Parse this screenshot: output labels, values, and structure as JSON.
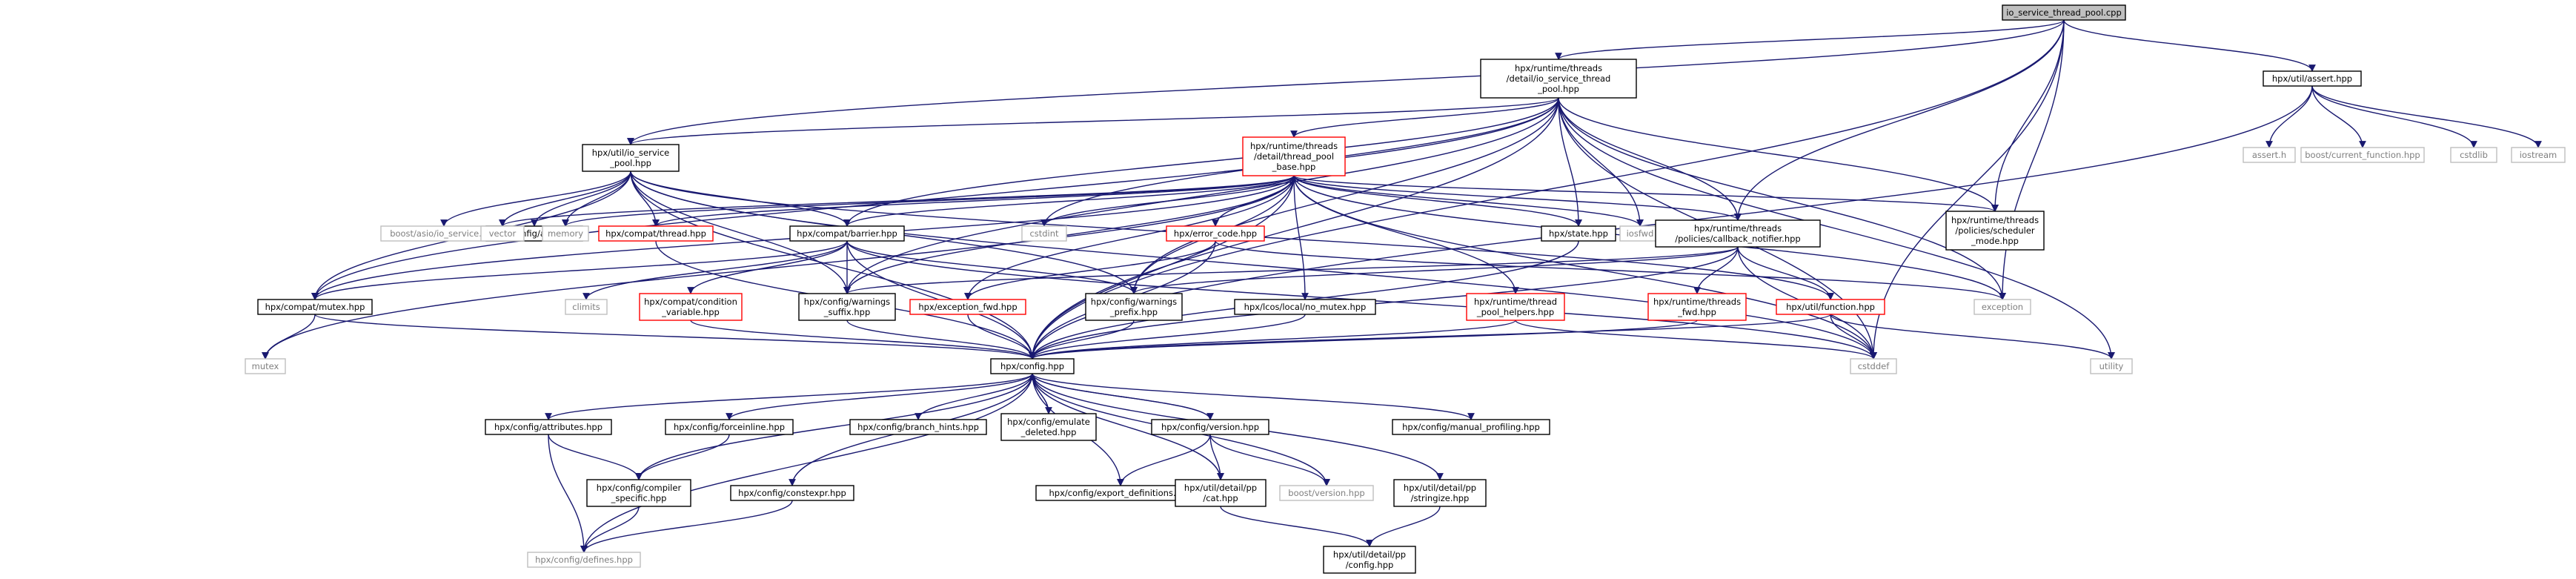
{
  "nodes": [
    {
      "id": "root",
      "label": "io_service_thread_pool.cpp",
      "style": "root"
    },
    {
      "id": "io_service_thread_pool_hpp",
      "label": "hpx/runtime/threads\n/detail/io_service_thread\n_pool.hpp",
      "style": "normal"
    },
    {
      "id": "util_assert",
      "label": "hpx/util/assert.hpp",
      "style": "normal"
    },
    {
      "id": "assert_h",
      "label": "assert.h",
      "style": "grey"
    },
    {
      "id": "current_function",
      "label": "boost/current_function.hpp",
      "style": "grey"
    },
    {
      "id": "cstdlib",
      "label": "cstdlib",
      "style": "grey"
    },
    {
      "id": "iostream",
      "label": "iostream",
      "style": "grey"
    },
    {
      "id": "util_io_service_pool",
      "label": "hpx/util/io_service\n_pool.hpp",
      "style": "normal"
    },
    {
      "id": "boost_asio_io_service",
      "label": "boost/asio/io_service.hpp",
      "style": "grey"
    },
    {
      "id": "config_asio",
      "label": "hpx/config/asio.hpp",
      "style": "normal"
    },
    {
      "id": "vector",
      "label": "vector",
      "style": "grey"
    },
    {
      "id": "memory",
      "label": "memory",
      "style": "grey"
    },
    {
      "id": "compat_thread",
      "label": "hpx/compat/thread.hpp",
      "style": "red"
    },
    {
      "id": "thread_pool_base",
      "label": "hpx/runtime/threads\n/detail/thread_pool\n_base.hpp",
      "style": "red"
    },
    {
      "id": "cstdint",
      "label": "cstdint",
      "style": "grey"
    },
    {
      "id": "compat_barrier",
      "label": "hpx/compat/barrier.hpp",
      "style": "normal"
    },
    {
      "id": "error_code",
      "label": "hpx/error_code.hpp",
      "style": "red"
    },
    {
      "id": "state_hpp",
      "label": "hpx/state.hpp",
      "style": "normal"
    },
    {
      "id": "iosfwd",
      "label": "iosfwd",
      "style": "grey"
    },
    {
      "id": "callback_notifier",
      "label": "hpx/runtime/threads\n/policies/callback_notifier.hpp",
      "style": "normal"
    },
    {
      "id": "scheduler_mode",
      "label": "hpx/runtime/threads\n/policies/scheduler\n_mode.hpp",
      "style": "normal"
    },
    {
      "id": "compat_mutex",
      "label": "hpx/compat/mutex.hpp",
      "style": "normal"
    },
    {
      "id": "climits",
      "label": "climits",
      "style": "grey"
    },
    {
      "id": "condition_variable",
      "label": "hpx/compat/condition\n_variable.hpp",
      "style": "red"
    },
    {
      "id": "warnings_suffix",
      "label": "hpx/config/warnings\n_suffix.hpp",
      "style": "normal"
    },
    {
      "id": "exception_fwd",
      "label": "hpx/exception_fwd.hpp",
      "style": "red"
    },
    {
      "id": "warnings_prefix",
      "label": "hpx/config/warnings\n_prefix.hpp",
      "style": "normal"
    },
    {
      "id": "no_mutex",
      "label": "hpx/lcos/local/no_mutex.hpp",
      "style": "normal"
    },
    {
      "id": "thread_pool_helpers",
      "label": "hpx/runtime/thread\n_pool_helpers.hpp",
      "style": "red"
    },
    {
      "id": "threads_fwd",
      "label": "hpx/runtime/threads\n_fwd.hpp",
      "style": "red"
    },
    {
      "id": "util_function",
      "label": "hpx/util/function.hpp",
      "style": "red"
    },
    {
      "id": "exception",
      "label": "exception",
      "style": "grey"
    },
    {
      "id": "utility",
      "label": "utility",
      "style": "grey"
    },
    {
      "id": "mutex",
      "label": "mutex",
      "style": "grey"
    },
    {
      "id": "config_hpp",
      "label": "hpx/config.hpp",
      "style": "normal"
    },
    {
      "id": "cstddef",
      "label": "cstddef",
      "style": "grey"
    },
    {
      "id": "config_attributes",
      "label": "hpx/config/attributes.hpp",
      "style": "normal"
    },
    {
      "id": "config_forceinline",
      "label": "hpx/config/forceinline.hpp",
      "style": "normal"
    },
    {
      "id": "config_branch_hints",
      "label": "hpx/config/branch_hints.hpp",
      "style": "normal"
    },
    {
      "id": "config_emulate_deleted",
      "label": "hpx/config/emulate\n_deleted.hpp",
      "style": "normal"
    },
    {
      "id": "config_version",
      "label": "hpx/config/version.hpp",
      "style": "normal"
    },
    {
      "id": "config_manual_profiling",
      "label": "hpx/config/manual_profiling.hpp",
      "style": "normal"
    },
    {
      "id": "config_compiler_specific",
      "label": "hpx/config/compiler\n_specific.hpp",
      "style": "normal"
    },
    {
      "id": "config_constexpr",
      "label": "hpx/config/constexpr.hpp",
      "style": "normal"
    },
    {
      "id": "config_export_definitions",
      "label": "hpx/config/export_definitions.hpp",
      "style": "normal"
    },
    {
      "id": "pp_cat",
      "label": "hpx/util/detail/pp\n/cat.hpp",
      "style": "normal"
    },
    {
      "id": "boost_version",
      "label": "boost/version.hpp",
      "style": "grey"
    },
    {
      "id": "pp_stringize",
      "label": "hpx/util/detail/pp\n/stringize.hpp",
      "style": "normal"
    },
    {
      "id": "config_defines",
      "label": "hpx/config/defines.hpp",
      "style": "grey"
    },
    {
      "id": "pp_config",
      "label": "hpx/util/detail/pp\n/config.hpp",
      "style": "normal"
    }
  ],
  "edges": [
    [
      "root",
      "io_service_thread_pool_hpp"
    ],
    [
      "root",
      "util_assert"
    ],
    [
      "root",
      "util_io_service_pool"
    ],
    [
      "root",
      "callback_notifier"
    ],
    [
      "root",
      "scheduler_mode"
    ],
    [
      "root",
      "exception"
    ],
    [
      "root",
      "config_hpp"
    ],
    [
      "root",
      "cstddef"
    ],
    [
      "util_assert",
      "assert_h"
    ],
    [
      "util_assert",
      "current_function"
    ],
    [
      "util_assert",
      "cstdlib"
    ],
    [
      "util_assert",
      "iostream"
    ],
    [
      "util_assert",
      "config_hpp"
    ],
    [
      "io_service_thread_pool_hpp",
      "util_io_service_pool"
    ],
    [
      "io_service_thread_pool_hpp",
      "thread_pool_base"
    ],
    [
      "io_service_thread_pool_hpp",
      "compat_barrier"
    ],
    [
      "io_service_thread_pool_hpp",
      "cstdint"
    ],
    [
      "io_service_thread_pool_hpp",
      "state_hpp"
    ],
    [
      "io_service_thread_pool_hpp",
      "iosfwd"
    ],
    [
      "io_service_thread_pool_hpp",
      "callback_notifier"
    ],
    [
      "io_service_thread_pool_hpp",
      "scheduler_mode"
    ],
    [
      "io_service_thread_pool_hpp",
      "exception"
    ],
    [
      "io_service_thread_pool_hpp",
      "utility"
    ],
    [
      "io_service_thread_pool_hpp",
      "cstddef"
    ],
    [
      "io_service_thread_pool_hpp",
      "warnings_suffix"
    ],
    [
      "io_service_thread_pool_hpp",
      "warnings_prefix"
    ],
    [
      "io_service_thread_pool_hpp",
      "compat_mutex"
    ],
    [
      "io_service_thread_pool_hpp",
      "config_hpp"
    ],
    [
      "util_io_service_pool",
      "boost_asio_io_service"
    ],
    [
      "util_io_service_pool",
      "config_asio"
    ],
    [
      "util_io_service_pool",
      "vector"
    ],
    [
      "util_io_service_pool",
      "memory"
    ],
    [
      "util_io_service_pool",
      "compat_thread"
    ],
    [
      "util_io_service_pool",
      "compat_barrier"
    ],
    [
      "util_io_service_pool",
      "compat_mutex"
    ],
    [
      "util_io_service_pool",
      "warnings_suffix"
    ],
    [
      "util_io_service_pool",
      "warnings_prefix"
    ],
    [
      "util_io_service_pool",
      "util_function"
    ],
    [
      "util_io_service_pool",
      "cstddef"
    ],
    [
      "util_io_service_pool",
      "config_hpp"
    ],
    [
      "thread_pool_base",
      "vector"
    ],
    [
      "thread_pool_base",
      "memory"
    ],
    [
      "thread_pool_base",
      "mutex"
    ],
    [
      "thread_pool_base",
      "compat_thread"
    ],
    [
      "thread_pool_base",
      "compat_barrier"
    ],
    [
      "thread_pool_base",
      "compat_mutex"
    ],
    [
      "thread_pool_base",
      "cstdint"
    ],
    [
      "thread_pool_base",
      "error_code"
    ],
    [
      "thread_pool_base",
      "exception_fwd"
    ],
    [
      "thread_pool_base",
      "warnings_suffix"
    ],
    [
      "thread_pool_base",
      "warnings_prefix"
    ],
    [
      "thread_pool_base",
      "no_mutex"
    ],
    [
      "thread_pool_base",
      "thread_pool_helpers"
    ],
    [
      "thread_pool_base",
      "state_hpp"
    ],
    [
      "thread_pool_base",
      "iosfwd"
    ],
    [
      "thread_pool_base",
      "callback_notifier"
    ],
    [
      "thread_pool_base",
      "scheduler_mode"
    ],
    [
      "thread_pool_base",
      "exception"
    ],
    [
      "thread_pool_base",
      "cstddef"
    ],
    [
      "thread_pool_base",
      "config_hpp"
    ],
    [
      "compat_barrier",
      "climits"
    ],
    [
      "compat_barrier",
      "condition_variable"
    ],
    [
      "compat_barrier",
      "compat_mutex"
    ],
    [
      "compat_barrier",
      "warnings_suffix"
    ],
    [
      "compat_barrier",
      "warnings_prefix"
    ],
    [
      "compat_barrier",
      "cstddef"
    ],
    [
      "compat_barrier",
      "config_hpp"
    ],
    [
      "error_code",
      "exception_fwd"
    ],
    [
      "error_code",
      "exception"
    ],
    [
      "error_code",
      "config_hpp"
    ],
    [
      "callback_notifier",
      "threads_fwd"
    ],
    [
      "callback_notifier",
      "util_function"
    ],
    [
      "callback_notifier",
      "warnings_suffix"
    ],
    [
      "callback_notifier",
      "warnings_prefix"
    ],
    [
      "callback_notifier",
      "cstddef"
    ],
    [
      "callback_notifier",
      "config_hpp"
    ],
    [
      "compat_mutex",
      "mutex"
    ],
    [
      "compat_mutex",
      "config_hpp"
    ],
    [
      "compat_thread",
      "config_hpp"
    ],
    [
      "condition_variable",
      "config_hpp"
    ],
    [
      "warnings_suffix",
      "config_hpp"
    ],
    [
      "exception_fwd",
      "config_hpp"
    ],
    [
      "warnings_prefix",
      "config_hpp"
    ],
    [
      "no_mutex",
      "config_hpp"
    ],
    [
      "thread_pool_helpers",
      "config_hpp"
    ],
    [
      "thread_pool_helpers",
      "cstddef"
    ],
    [
      "threads_fwd",
      "config_hpp"
    ],
    [
      "util_function",
      "config_hpp"
    ],
    [
      "util_function",
      "cstddef"
    ],
    [
      "util_function",
      "utility"
    ],
    [
      "state_hpp",
      "config_hpp"
    ],
    [
      "config_hpp",
      "config_attributes"
    ],
    [
      "config_hpp",
      "config_forceinline"
    ],
    [
      "config_hpp",
      "config_branch_hints"
    ],
    [
      "config_hpp",
      "config_emulate_deleted"
    ],
    [
      "config_emulate_deleted",
      "config_hpp"
    ],
    [
      "config_hpp",
      "config_version"
    ],
    [
      "config_version",
      "config_hpp"
    ],
    [
      "config_hpp",
      "config_manual_profiling"
    ],
    [
      "config_hpp",
      "config_compiler_specific"
    ],
    [
      "config_hpp",
      "config_constexpr"
    ],
    [
      "config_hpp",
      "config_export_definitions"
    ],
    [
      "config_hpp",
      "pp_cat"
    ],
    [
      "config_hpp",
      "boost_version"
    ],
    [
      "config_hpp",
      "pp_stringize"
    ],
    [
      "config_hpp",
      "config_defines"
    ],
    [
      "config_attributes",
      "config_compiler_specific"
    ],
    [
      "config_attributes",
      "config_defines"
    ],
    [
      "config_forceinline",
      "config_compiler_specific"
    ],
    [
      "config_compiler_specific",
      "config_defines"
    ],
    [
      "config_constexpr",
      "config_defines"
    ],
    [
      "config_version",
      "config_export_definitions"
    ],
    [
      "config_version",
      "pp_cat"
    ],
    [
      "config_version",
      "boost_version"
    ],
    [
      "pp_cat",
      "pp_config"
    ],
    [
      "pp_stringize",
      "pp_config"
    ]
  ],
  "colors": {
    "edge": "#191970",
    "normal_border": "#000000",
    "red_border": "#ff0000",
    "grey_border": "#bfbfbf",
    "grey_text": "#7f7f7f",
    "root_fill": "#bfbfbf",
    "node_fill": "#ffffff"
  }
}
